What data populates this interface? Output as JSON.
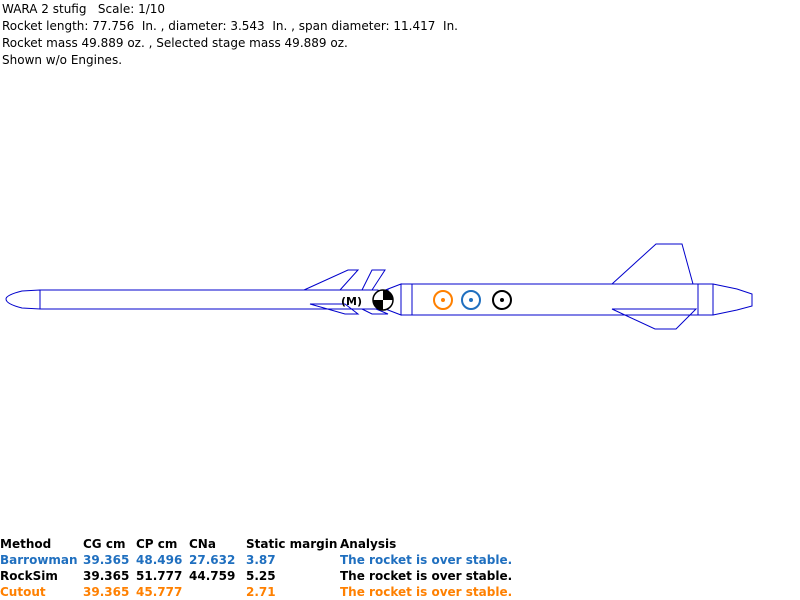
{
  "header": {
    "title_line": "WARA 2 stufig   Scale: 1/10",
    "length_line": "Rocket length: 77.756  In. , diameter: 3.543  In. , span diameter: 11.417  In.",
    "mass_line": "Rocket mass 49.889 oz. , Selected stage mass 49.889 oz.",
    "engines_line": "Shown w/o Engines."
  },
  "drawing": {
    "motor_marker_label": "(M)",
    "outline_color": "#0000cc",
    "cg_marker_icon": "cg-quartered-circle-icon",
    "cp_markers": [
      {
        "method": "Cutout",
        "color": "#ff8000"
      },
      {
        "method": "Barrowman",
        "color": "#1f6fbf"
      },
      {
        "method": "RockSim",
        "color": "#000000"
      }
    ]
  },
  "results": {
    "headers": {
      "method": "Method",
      "cg": "CG cm",
      "cp": "CP cm",
      "cna": "CNa",
      "static_margin": "Static margin",
      "analysis": "Analysis"
    },
    "rows": [
      {
        "method": "Barrowman",
        "cg": "39.365",
        "cp": "48.496",
        "cna": "27.632",
        "static_margin": "3.87",
        "analysis": "The rocket is over stable.",
        "color": "#1f6fbf"
      },
      {
        "method": "RockSim",
        "cg": "39.365",
        "cp": "51.777",
        "cna": "44.759",
        "static_margin": "5.25",
        "analysis": "The rocket is over stable.",
        "color": "#000000"
      },
      {
        "method": "Cutout",
        "cg": "39.365",
        "cp": "45.777",
        "cna": "",
        "static_margin": "2.71",
        "analysis": "The rocket is over stable.",
        "color": "#ff8000"
      }
    ]
  }
}
